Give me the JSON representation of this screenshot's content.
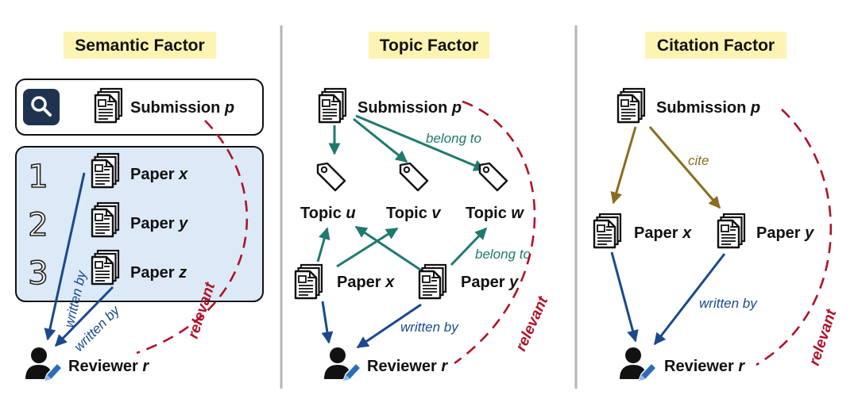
{
  "colors": {
    "highlight": "#fdf4b3",
    "teal": "#1f7a6e",
    "navy": "#1a4a8c",
    "olive": "#8a6d1e",
    "relevant": "#b0122a",
    "panel_blue": "#dce9f7",
    "divider": "#b5b5b5"
  },
  "semantic": {
    "title": "Semantic Factor",
    "submission": {
      "label": "Submission ",
      "var": "p"
    },
    "papers": [
      {
        "rank": "1",
        "label": "Paper ",
        "var": "x"
      },
      {
        "rank": "2",
        "label": "Paper ",
        "var": "y"
      },
      {
        "rank": "3",
        "label": "Paper ",
        "var": "z"
      }
    ],
    "edge_written_by_1": "written by",
    "edge_written_by_2": "written by",
    "reviewer": {
      "label": "Reviewer ",
      "var": "r"
    },
    "relevant": "relevant",
    "icons": [
      "search-icon",
      "document-icon",
      "reviewer-icon"
    ]
  },
  "topic": {
    "title": "Topic Factor",
    "submission": {
      "label": "Submission ",
      "var": "p"
    },
    "edge_belong_to_top": "belong to",
    "topics": [
      {
        "label": "Topic ",
        "var": "u"
      },
      {
        "label": "Topic ",
        "var": "v"
      },
      {
        "label": "Topic ",
        "var": "w"
      }
    ],
    "edge_belong_to_bottom": "belong to",
    "papers": [
      {
        "label": "Paper ",
        "var": "x"
      },
      {
        "label": "Paper ",
        "var": "y"
      }
    ],
    "edge_written_by": "written by",
    "reviewer": {
      "label": "Reviewer ",
      "var": "r"
    },
    "relevant": "relevant",
    "icons": [
      "tag-icon",
      "document-icon",
      "reviewer-icon"
    ]
  },
  "citation": {
    "title": "Citation Factor",
    "submission": {
      "label": "Submission ",
      "var": "p"
    },
    "edge_cite": "cite",
    "papers": [
      {
        "label": "Paper ",
        "var": "x"
      },
      {
        "label": "Paper ",
        "var": "y"
      }
    ],
    "edge_written_by": "written by",
    "reviewer": {
      "label": "Reviewer ",
      "var": "r"
    },
    "relevant": "relevant",
    "icons": [
      "document-icon",
      "reviewer-icon"
    ]
  }
}
